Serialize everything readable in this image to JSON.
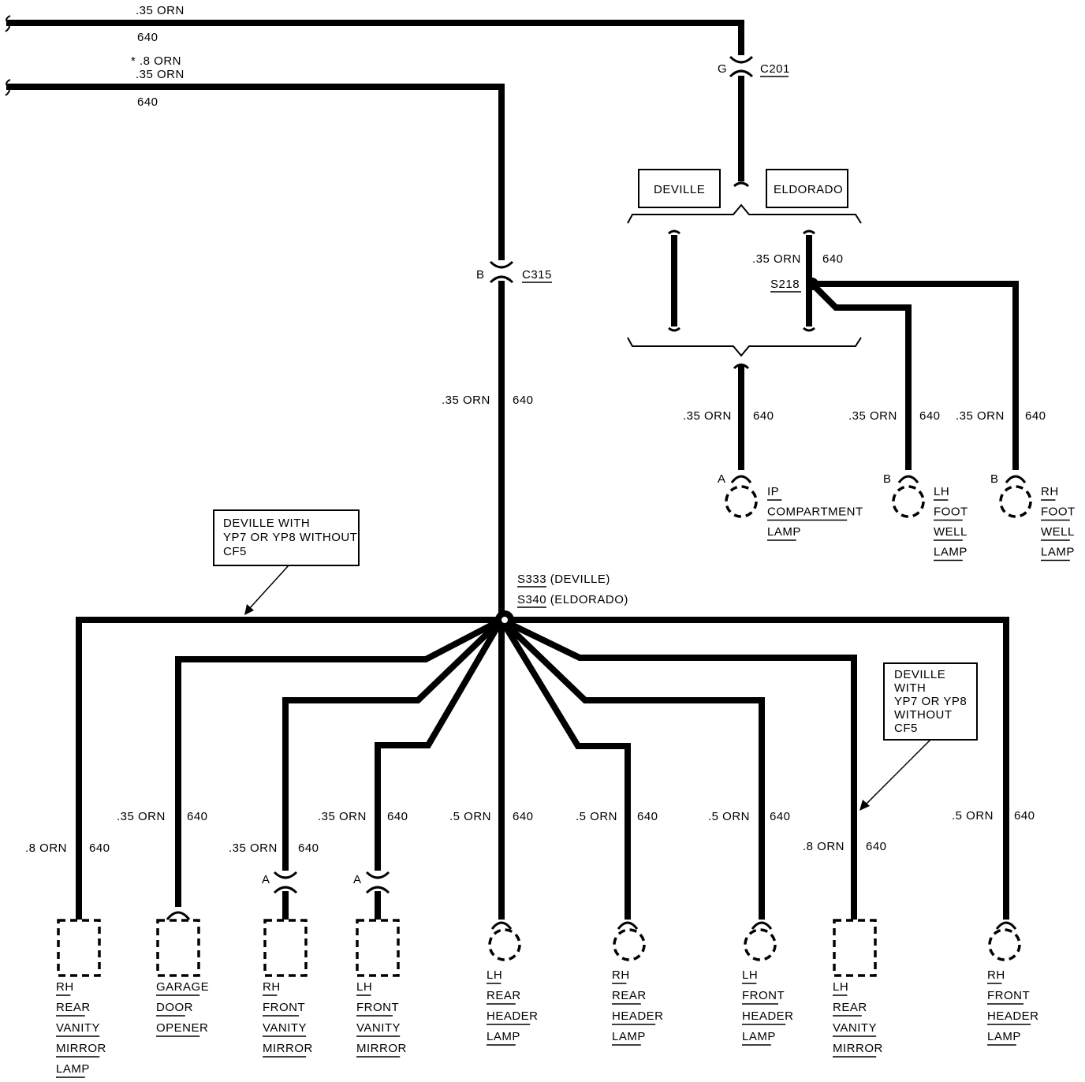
{
  "top_wires": [
    {
      "color": ".35 ORN",
      "circuit": "640",
      "note": ""
    },
    {
      "color": ".35 ORN",
      "circuit": "640",
      "note": "* .8 ORN"
    }
  ],
  "connectors": {
    "c201": {
      "name": "C201",
      "pin": "G"
    },
    "c315": {
      "name": "C315",
      "pin": "B"
    }
  },
  "boxes": {
    "deville": "DEVILLE",
    "eldorado": "ELDORADO"
  },
  "splice_s218": "S218",
  "s218_wire": {
    "color": ".35 ORN",
    "circuit": "640"
  },
  "c315_wire": {
    "color": ".35 ORN",
    "circuit": "640"
  },
  "splice_main": {
    "line1": "S333 (DEVILLE)",
    "line2": "S340 (ELDORADO)"
  },
  "notes": {
    "left": [
      "DEVILLE WITH",
      "YP7 OR YP8 WITHOUT",
      "CF5"
    ],
    "right": [
      "DEVILLE",
      "WITH",
      "YP7 OR YP8",
      "WITHOUT",
      "CF5"
    ]
  },
  "upper_loads": [
    {
      "color": ".35 ORN",
      "circuit": "640",
      "pin": "A",
      "label": [
        "IP",
        "COMPARTMENT",
        "LAMP"
      ]
    },
    {
      "color": ".35 ORN",
      "circuit": "640",
      "pin": "B",
      "label": [
        "LH",
        "FOOT",
        "WELL",
        "LAMP"
      ]
    },
    {
      "color": ".35 ORN",
      "circuit": "640",
      "pin": "B",
      "label": [
        "RH",
        "FOOT",
        "WELL",
        "LAMP"
      ]
    }
  ],
  "lower_loads": [
    {
      "color": ".8 ORN",
      "circuit": "640",
      "pin": "",
      "label": [
        "RH",
        "REAR",
        "VANITY",
        "MIRROR",
        "LAMP"
      ]
    },
    {
      "color": ".35 ORN",
      "circuit": "640",
      "pin": "",
      "label": [
        "GARAGE",
        "DOOR",
        "OPENER"
      ]
    },
    {
      "color": ".35 ORN",
      "circuit": "640",
      "pin": "A",
      "label": [
        "RH",
        "FRONT",
        "VANITY",
        "MIRROR"
      ]
    },
    {
      "color": ".35 ORN",
      "circuit": "640",
      "pin": "A",
      "label": [
        "LH",
        "FRONT",
        "VANITY",
        "MIRROR"
      ]
    },
    {
      "color": ".5 ORN",
      "circuit": "640",
      "pin": "",
      "label": [
        "LH",
        "REAR",
        "HEADER",
        "LAMP"
      ]
    },
    {
      "color": ".5 ORN",
      "circuit": "640",
      "pin": "",
      "label": [
        "RH",
        "REAR",
        "HEADER",
        "LAMP"
      ]
    },
    {
      "color": ".5 ORN",
      "circuit": "640",
      "pin": "",
      "label": [
        "LH",
        "FRONT",
        "HEADER",
        "LAMP"
      ]
    },
    {
      "color": ".8 ORN",
      "circuit": "640",
      "pin": "",
      "label": [
        "LH",
        "REAR",
        "VANITY",
        "MIRROR"
      ]
    },
    {
      "color": ".5 ORN",
      "circuit": "640",
      "pin": "",
      "label": [
        "RH",
        "FRONT",
        "HEADER",
        "LAMP"
      ]
    }
  ]
}
